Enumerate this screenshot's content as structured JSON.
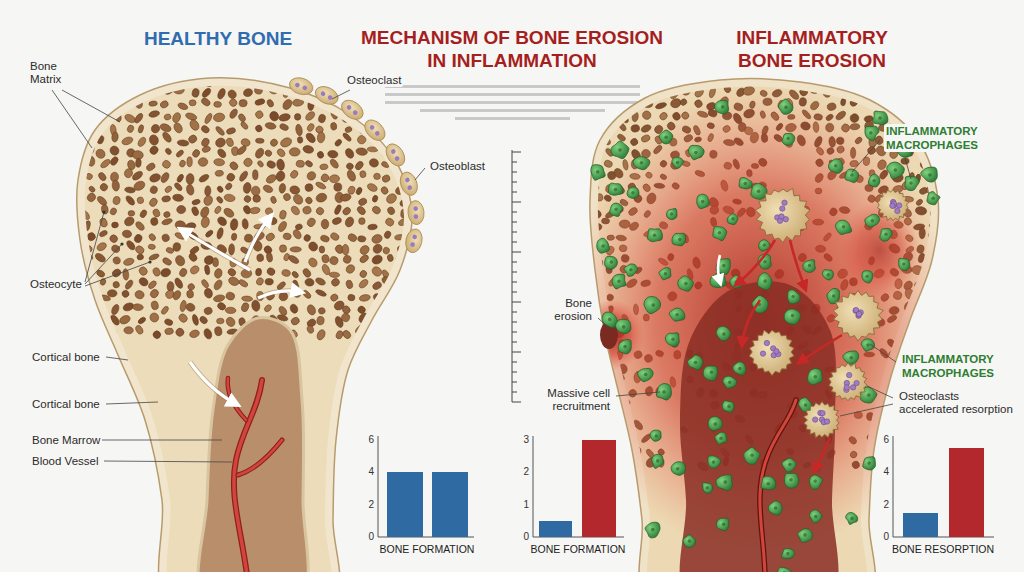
{
  "diagram": {
    "title": "MECHANISM OF BONE EROSION IN INFLAMMATION",
    "labels": [
      "HEALTHY BONE",
      "INFLAMMATORY BONE EROSION",
      "Bone Matrix",
      "Osteoclast",
      "Osteoblast",
      "Osteocyte",
      "Cortical bone",
      "Cortical bone",
      "Bone Marrow",
      "Blood Vessel",
      "INFLAMMATORY MACROPHAGES",
      "Bone erosion",
      "Massive cell recruitment",
      "INFLAMMATORY MACROPHAGES",
      "Osteoclasts accelerated resorption",
      "6",
      "4",
      "2",
      "0",
      "BONE FORMATION",
      "3",
      "2",
      "1",
      "0",
      "BONE FORMATION",
      "6",
      "4",
      "2",
      "0",
      "BONE RESORPTION"
    ]
  }
}
